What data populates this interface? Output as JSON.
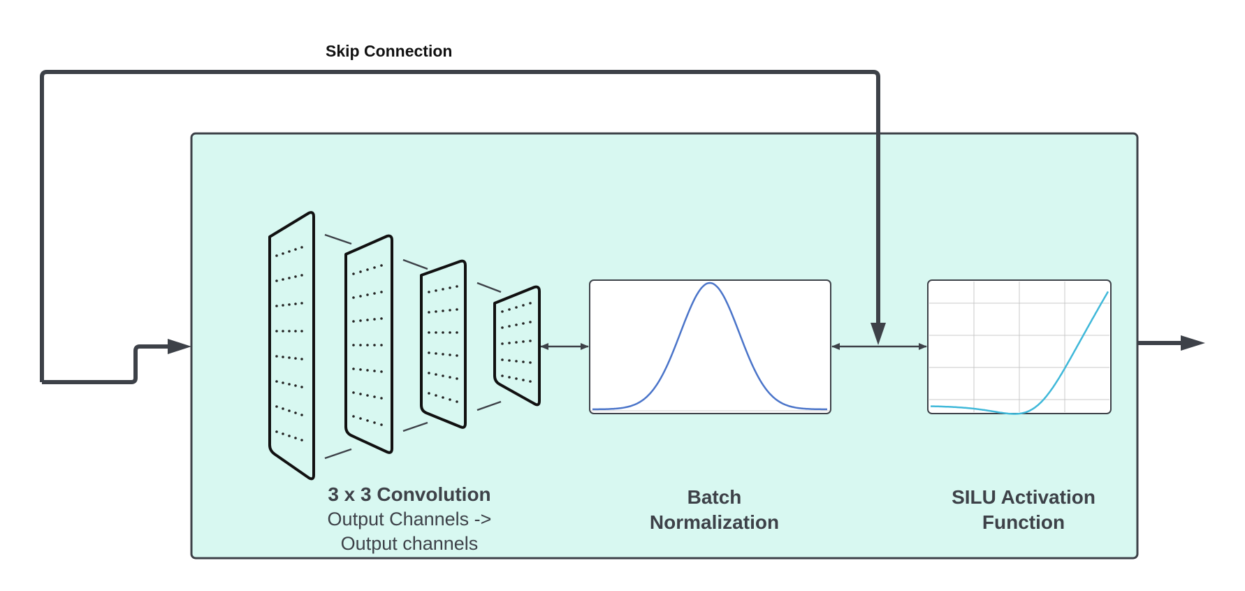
{
  "skip": {
    "label": "Skip Connection"
  },
  "blocks": {
    "conv": {
      "title": "3 x 3 Convolution",
      "line1": "Output Channels ->",
      "line2": "Output channels"
    },
    "batchnorm": {
      "line1": "Batch",
      "line2": "Normalization"
    },
    "silu": {
      "line1": "SILU Activation",
      "line2": "Function"
    }
  },
  "colors": {
    "container_fill": "#d8f8f1",
    "line": "#3d4148",
    "gaussian_curve": "#4a74c9",
    "silu_curve": "#3fb8d9",
    "grid": "#c9c9c9"
  },
  "icons": [
    "arrow-icon",
    "feature-map-icon",
    "gaussian-curve-icon",
    "silu-curve-icon"
  ]
}
